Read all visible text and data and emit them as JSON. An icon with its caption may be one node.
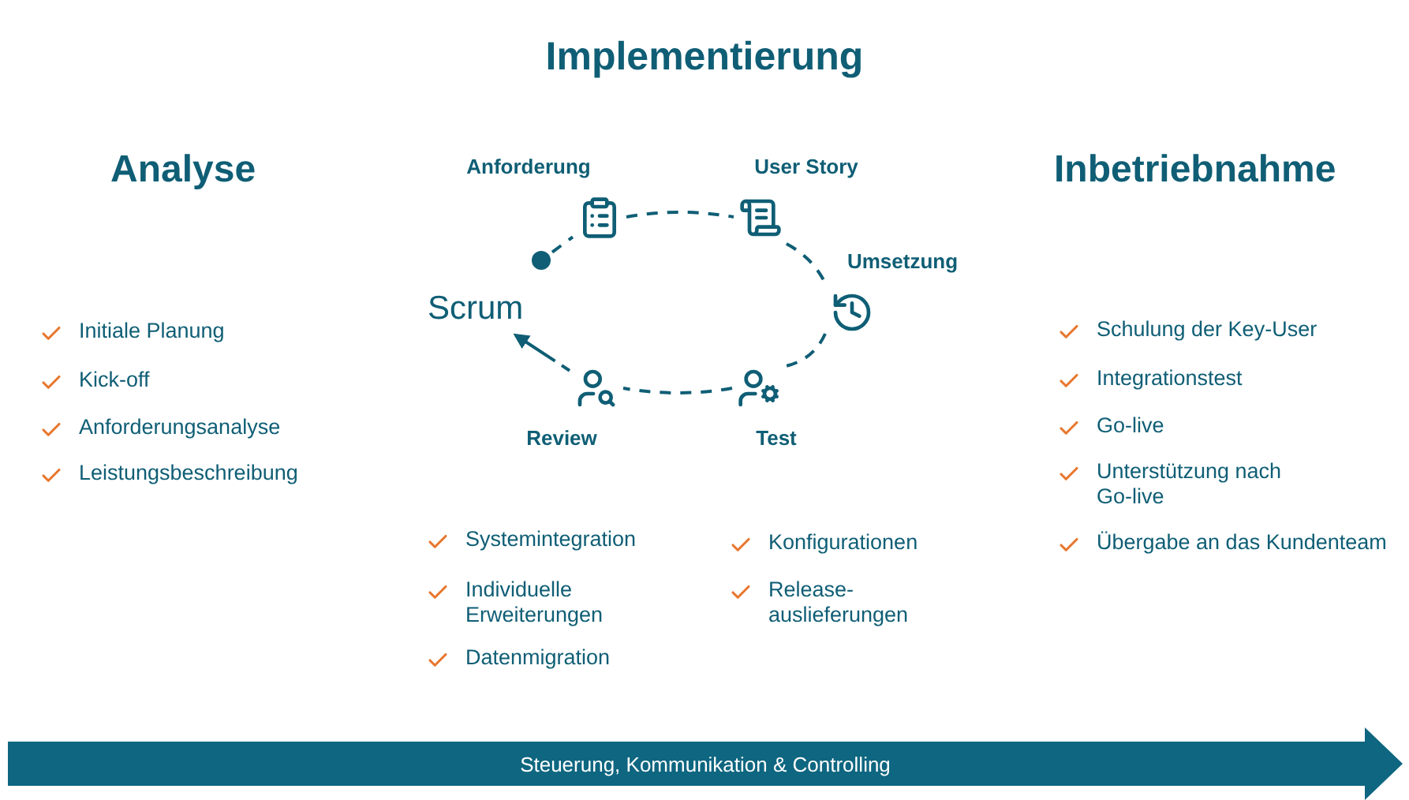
{
  "diagram": {
    "title": "Implementierung",
    "nodes": [
      {
        "text": [],
        "shape": "circle"
      },
      {
        "text": [
          "Anforderung"
        ]
      },
      {
        "text": [
          "User Story"
        ]
      },
      {
        "text": [
          "Umsetzung"
        ]
      },
      {
        "text": [
          "Test"
        ]
      },
      {
        "text": [
          "Review"
        ]
      },
      {
        "text": [
          "Scrum"
        ]
      },
      {
        "text": [
          "Steuerung, Kommunikation & Controlling"
        ]
      }
    ],
    "edges": [
      {
        "from": 0,
        "to": 1,
        "arrow": "none",
        "style": "dashed"
      },
      {
        "from": 1,
        "to": 2,
        "arrow": "none",
        "style": "dashed"
      },
      {
        "from": 2,
        "to": 3,
        "arrow": "none",
        "style": "dashed"
      },
      {
        "from": 3,
        "to": 4,
        "arrow": "none",
        "style": "dashed"
      },
      {
        "from": 4,
        "to": 5,
        "arrow": "none",
        "style": "dashed"
      },
      {
        "from": 5,
        "to": 6,
        "arrow": "to",
        "style": "dashed"
      }
    ],
    "labels": [
      "Analyse",
      "Inbetriebnahme",
      "Initiale Planung",
      "Kick-off",
      "Anforderungsanalyse",
      "Leistungsbeschreibung",
      "Schulung der Key-User",
      "Integrationstest",
      "Go-live",
      "Unterstützung nach Go-live",
      "Übergabe an das Kundenteam",
      "Systemintegration",
      "Individuelle Erweiterungen",
      "Datenmigration",
      "Konfigurationen",
      "Release- auslieferungen"
    ]
  }
}
